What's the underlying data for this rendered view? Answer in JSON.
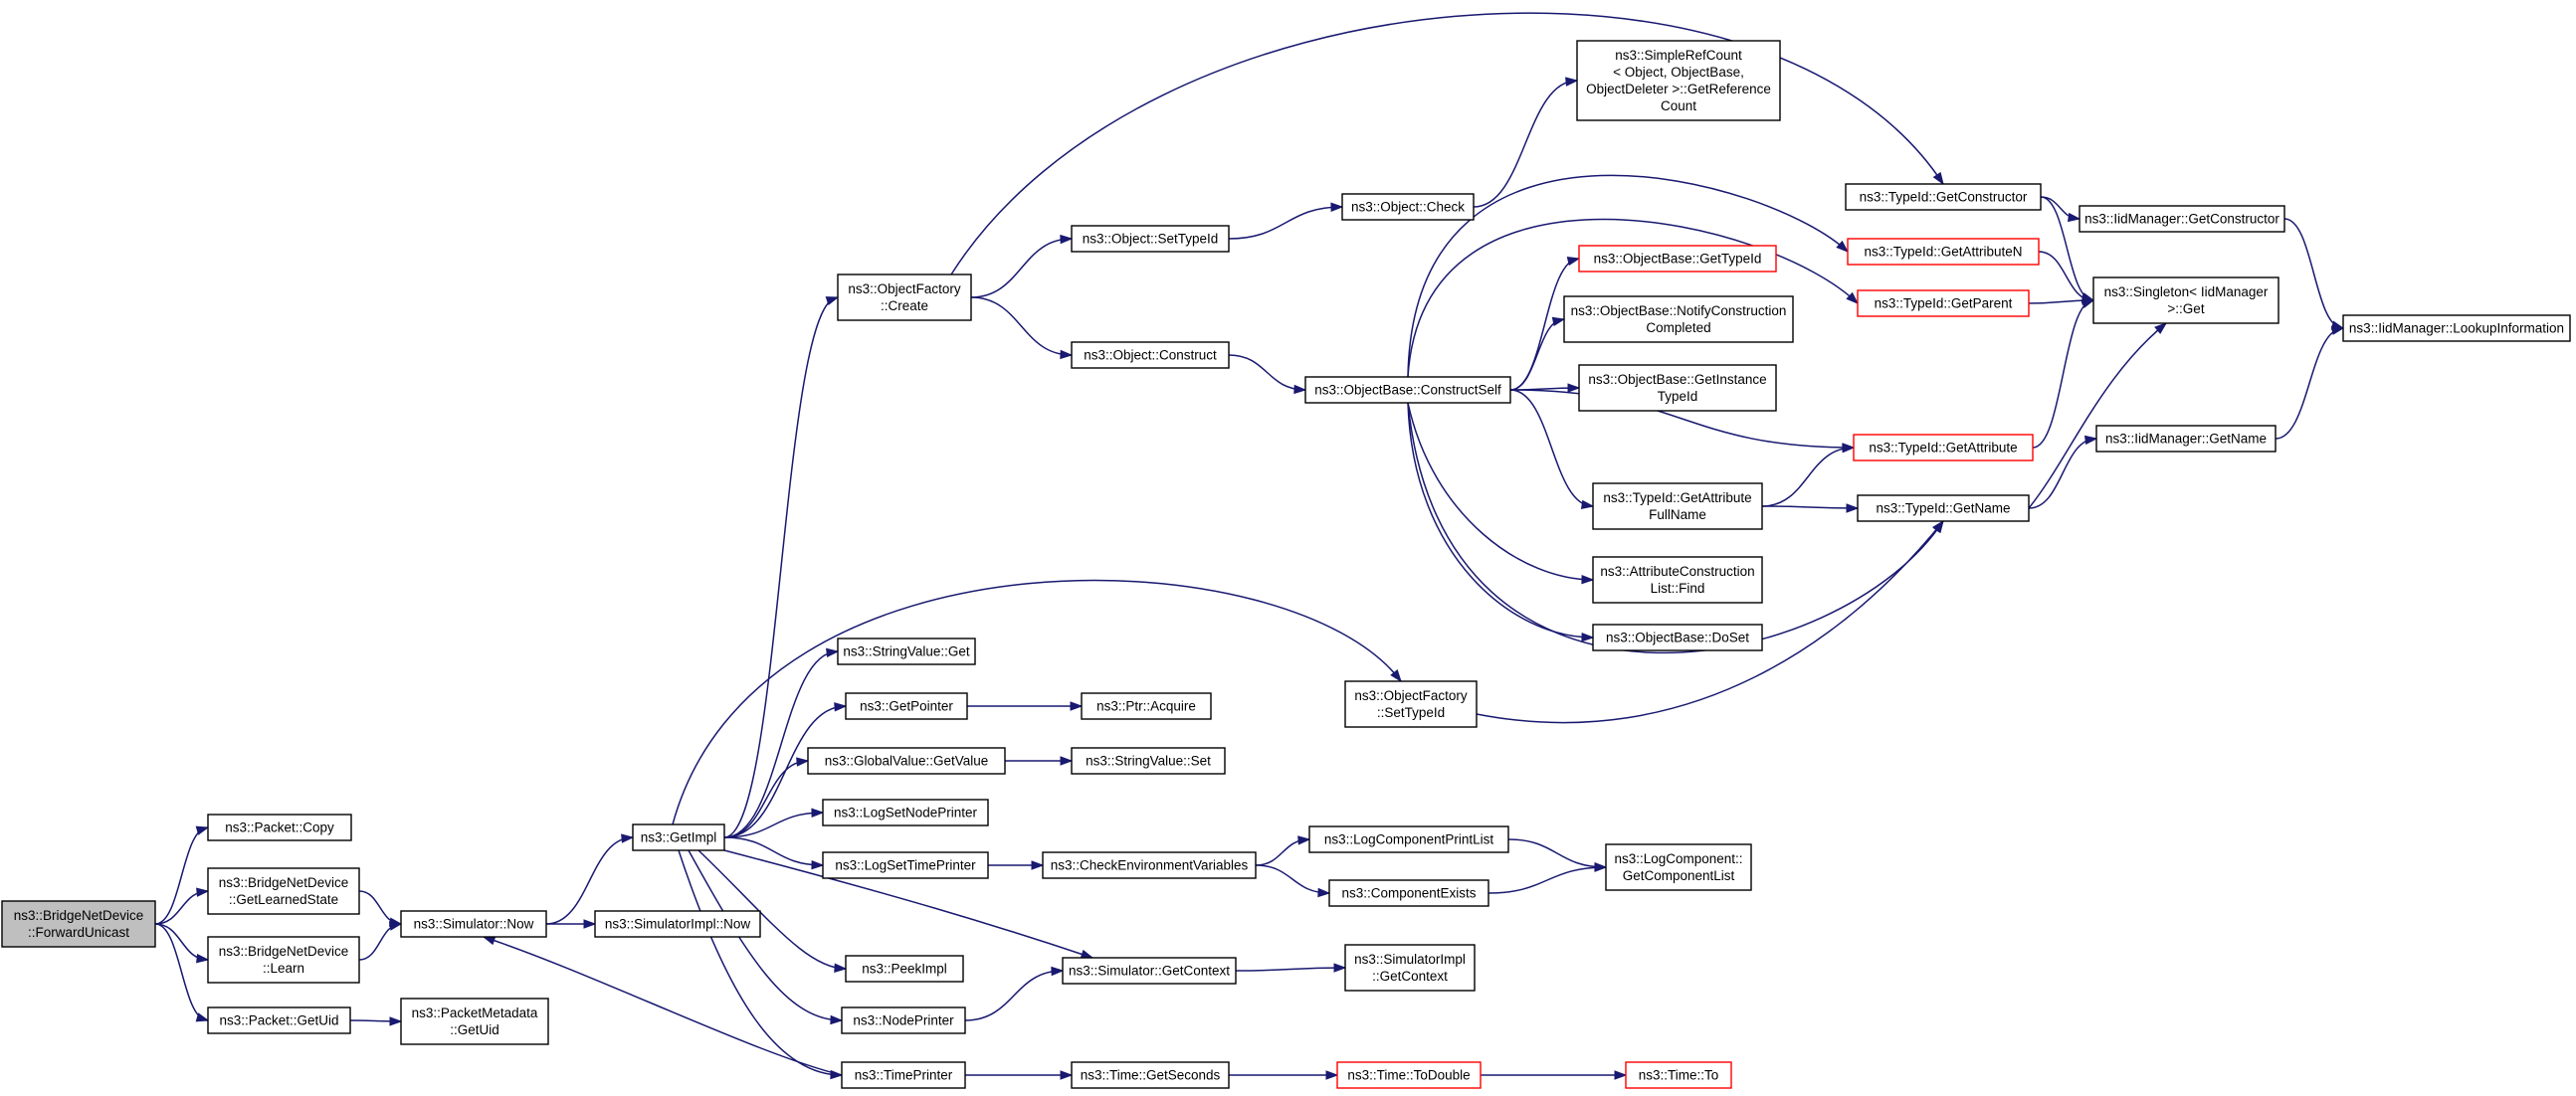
{
  "colors": {
    "edge": "#191970",
    "node_border": "#000000",
    "truncated_border": "#ff0000",
    "root_fill": "#bfbfbf",
    "background": "#ffffff"
  },
  "nodes": [
    {
      "id": "fwd",
      "lines": [
        "ns3::BridgeNetDevice",
        "::ForwardUnicast"
      ],
      "root": true
    },
    {
      "id": "pcopy",
      "lines": [
        "ns3::Packet::Copy"
      ]
    },
    {
      "id": "gls",
      "lines": [
        "ns3::BridgeNetDevice",
        "::GetLearnedState"
      ]
    },
    {
      "id": "learn",
      "lines": [
        "ns3::BridgeNetDevice",
        "::Learn"
      ]
    },
    {
      "id": "guid",
      "lines": [
        "ns3::Packet::GetUid"
      ]
    },
    {
      "id": "pmguid",
      "lines": [
        "ns3::PacketMetadata",
        "::GetUid"
      ]
    },
    {
      "id": "simnow",
      "lines": [
        "ns3::Simulator::Now"
      ]
    },
    {
      "id": "simimplnow",
      "lines": [
        "ns3::SimulatorImpl::Now"
      ]
    },
    {
      "id": "getimpl",
      "lines": [
        "ns3::GetImpl"
      ]
    },
    {
      "id": "ofcreate",
      "lines": [
        "ns3::ObjectFactory",
        "::Create"
      ]
    },
    {
      "id": "strget",
      "lines": [
        "ns3::StringValue::Get"
      ]
    },
    {
      "id": "getptr",
      "lines": [
        "ns3::GetPointer"
      ]
    },
    {
      "id": "gvget",
      "lines": [
        "ns3::GlobalValue::GetValue"
      ]
    },
    {
      "id": "lsnp",
      "lines": [
        "ns3::LogSetNodePrinter"
      ]
    },
    {
      "id": "lstp",
      "lines": [
        "ns3::LogSetTimePrinter"
      ]
    },
    {
      "id": "peek",
      "lines": [
        "ns3::PeekImpl"
      ]
    },
    {
      "id": "nodep",
      "lines": [
        "ns3::NodePrinter"
      ]
    },
    {
      "id": "timep",
      "lines": [
        "ns3::TimePrinter"
      ]
    },
    {
      "id": "ostid",
      "lines": [
        "ns3::Object::SetTypeId"
      ]
    },
    {
      "id": "ocons",
      "lines": [
        "ns3::Object::Construct"
      ]
    },
    {
      "id": "ocheck",
      "lines": [
        "ns3::Object::Check"
      ]
    },
    {
      "id": "src",
      "lines": [
        "ns3::SimpleRefCount",
        "< Object, ObjectBase,",
        "ObjectDeleter >::GetReference",
        "Count"
      ]
    },
    {
      "id": "obcs",
      "lines": [
        "ns3::ObjectBase::ConstructSelf"
      ]
    },
    {
      "id": "obgtid",
      "lines": [
        "ns3::ObjectBase::GetTypeId"
      ],
      "truncated": true
    },
    {
      "id": "obncc",
      "lines": [
        "ns3::ObjectBase::NotifyConstruction",
        "Completed"
      ]
    },
    {
      "id": "obgitid",
      "lines": [
        "ns3::ObjectBase::GetInstance",
        "TypeId"
      ]
    },
    {
      "id": "tidgafn",
      "lines": [
        "ns3::TypeId::GetAttribute",
        "FullName"
      ]
    },
    {
      "id": "aclfind",
      "lines": [
        "ns3::AttributeConstruction",
        "List::Find"
      ]
    },
    {
      "id": "obdoset",
      "lines": [
        "ns3::ObjectBase::DoSet"
      ]
    },
    {
      "id": "ofstid",
      "lines": [
        "ns3::ObjectFactory",
        "::SetTypeId"
      ]
    },
    {
      "id": "ptracq",
      "lines": [
        "ns3::Ptr::Acquire"
      ]
    },
    {
      "id": "strset",
      "lines": [
        "ns3::StringValue::Set"
      ]
    },
    {
      "id": "cev",
      "lines": [
        "ns3::CheckEnvironmentVariables"
      ]
    },
    {
      "id": "lcpl",
      "lines": [
        "ns3::LogComponentPrintList"
      ]
    },
    {
      "id": "cexists",
      "lines": [
        "ns3::ComponentExists"
      ]
    },
    {
      "id": "lcgcl",
      "lines": [
        "ns3::LogComponent::",
        "GetComponentList"
      ]
    },
    {
      "id": "simgc",
      "lines": [
        "ns3::Simulator::GetContext"
      ]
    },
    {
      "id": "simimplgc",
      "lines": [
        "ns3::SimulatorImpl",
        "::GetContext"
      ]
    },
    {
      "id": "tgs",
      "lines": [
        "ns3::Time::GetSeconds"
      ]
    },
    {
      "id": "ttd",
      "lines": [
        "ns3::Time::ToDouble"
      ],
      "truncated": true
    },
    {
      "id": "tto",
      "lines": [
        "ns3::Time::To"
      ],
      "truncated": true
    },
    {
      "id": "tidgc",
      "lines": [
        "ns3::TypeId::GetConstructor"
      ]
    },
    {
      "id": "tidgan",
      "lines": [
        "ns3::TypeId::GetAttributeN"
      ],
      "truncated": true
    },
    {
      "id": "tidgp",
      "lines": [
        "ns3::TypeId::GetParent"
      ],
      "truncated": true
    },
    {
      "id": "tidga",
      "lines": [
        "ns3::TypeId::GetAttribute"
      ],
      "truncated": true
    },
    {
      "id": "tidgn",
      "lines": [
        "ns3::TypeId::GetName"
      ]
    },
    {
      "id": "iidgc",
      "lines": [
        "ns3::IidManager::GetConstructor"
      ]
    },
    {
      "id": "singget",
      "lines": [
        "ns3::Singleton< IidManager",
        ">::Get"
      ]
    },
    {
      "id": "iidgn",
      "lines": [
        "ns3::IidManager::GetName"
      ]
    },
    {
      "id": "iidli",
      "lines": [
        "ns3::IidManager::LookupInformation"
      ]
    }
  ],
  "edges": [
    [
      "fwd",
      "pcopy"
    ],
    [
      "fwd",
      "gls"
    ],
    [
      "fwd",
      "learn"
    ],
    [
      "fwd",
      "guid"
    ],
    [
      "gls",
      "simnow"
    ],
    [
      "learn",
      "simnow"
    ],
    [
      "guid",
      "pmguid"
    ],
    [
      "simnow",
      "getimpl"
    ],
    [
      "simnow",
      "simimplnow"
    ],
    [
      "getimpl",
      "ofcreate"
    ],
    [
      "getimpl",
      "ofstid"
    ],
    [
      "getimpl",
      "strget"
    ],
    [
      "getimpl",
      "getptr"
    ],
    [
      "getimpl",
      "gvget"
    ],
    [
      "getimpl",
      "lsnp"
    ],
    [
      "getimpl",
      "lstp"
    ],
    [
      "getimpl",
      "peek"
    ],
    [
      "getimpl",
      "nodep"
    ],
    [
      "getimpl",
      "timep"
    ],
    [
      "getimpl",
      "simgc"
    ],
    [
      "timep",
      "simnow"
    ],
    [
      "timep",
      "tgs"
    ],
    [
      "ofcreate",
      "ostid"
    ],
    [
      "ofcreate",
      "ocons"
    ],
    [
      "ofcreate",
      "tidgc"
    ],
    [
      "ostid",
      "ocheck"
    ],
    [
      "ocheck",
      "src"
    ],
    [
      "ocons",
      "obcs"
    ],
    [
      "obcs",
      "tidgan"
    ],
    [
      "obcs",
      "tidgp"
    ],
    [
      "obcs",
      "obgtid"
    ],
    [
      "obcs",
      "obncc"
    ],
    [
      "obcs",
      "obgitid"
    ],
    [
      "obcs",
      "tidga"
    ],
    [
      "obcs",
      "tidgafn"
    ],
    [
      "obcs",
      "aclfind"
    ],
    [
      "obcs",
      "obdoset"
    ],
    [
      "obcs",
      "tidgn"
    ],
    [
      "tidgafn",
      "tidga"
    ],
    [
      "tidgafn",
      "tidgn"
    ],
    [
      "ofstid",
      "tidgn"
    ],
    [
      "getptr",
      "ptracq"
    ],
    [
      "gvget",
      "strset"
    ],
    [
      "lstp",
      "cev"
    ],
    [
      "cev",
      "lcpl"
    ],
    [
      "cev",
      "cexists"
    ],
    [
      "lcpl",
      "lcgcl"
    ],
    [
      "cexists",
      "lcgcl"
    ],
    [
      "nodep",
      "simgc"
    ],
    [
      "simgc",
      "simimplgc"
    ],
    [
      "tgs",
      "ttd"
    ],
    [
      "ttd",
      "tto"
    ],
    [
      "tidgc",
      "iidgc"
    ],
    [
      "tidgc",
      "singget"
    ],
    [
      "tidgan",
      "singget"
    ],
    [
      "tidgp",
      "singget"
    ],
    [
      "tidga",
      "singget"
    ],
    [
      "tidgn",
      "singget"
    ],
    [
      "tidgn",
      "iidgn"
    ],
    [
      "iidgc",
      "iidli"
    ],
    [
      "iidgn",
      "iidli"
    ]
  ]
}
